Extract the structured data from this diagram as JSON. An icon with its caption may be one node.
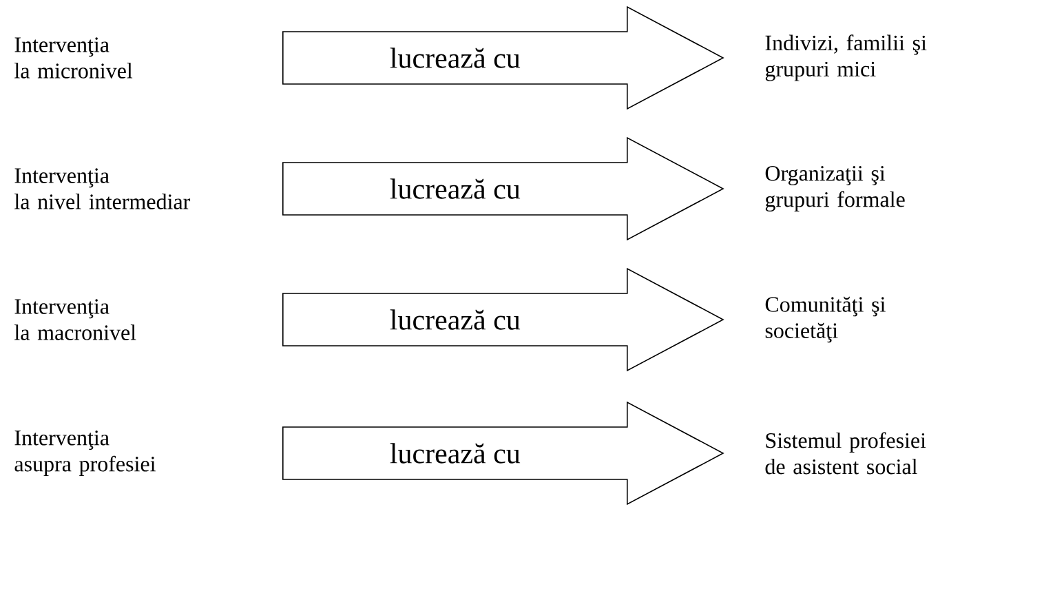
{
  "diagram": {
    "nodes": [
      {
        "text": [
          "Intervenţia la micronivel"
        ]
      },
      {
        "text": [
          "Indivizi, familii şi grupuri mici"
        ]
      },
      {
        "text": [
          "Intervenţia la nivel intermediar"
        ]
      },
      {
        "text": [
          "Organizaţii şi grupuri formale"
        ]
      },
      {
        "text": [
          "Intervenţia la macronivel"
        ]
      },
      {
        "text": [
          "Comunităţi şi societăţi"
        ]
      },
      {
        "text": [
          "Intervenţia asupra profesiei"
        ]
      },
      {
        "text": [
          "Sistemul profesiei de asistent social"
        ]
      }
    ],
    "edges": [
      {
        "from": 0,
        "to": 1,
        "arrow": "to",
        "label": "lucrează cu"
      },
      {
        "from": 2,
        "to": 3,
        "arrow": "to",
        "label": "lucrează cu"
      },
      {
        "from": 4,
        "to": 5,
        "arrow": "to",
        "label": "lucrează cu"
      },
      {
        "from": 6,
        "to": 7,
        "arrow": "to",
        "label": "lucrează cu"
      }
    ]
  }
}
